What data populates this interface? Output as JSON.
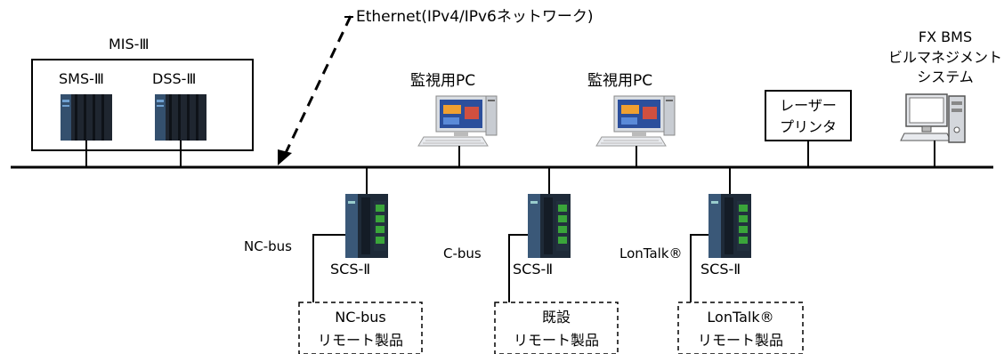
{
  "ethernet": {
    "label": "Ethernet(IPv4/IPv6ネットワーク)"
  },
  "mis": {
    "title": "MIS-Ⅲ",
    "sms_label": "SMS-Ⅲ",
    "dss_label": "DSS-Ⅲ"
  },
  "monitor_pc": {
    "label_1": "監視用PC",
    "label_2": "監視用PC"
  },
  "laser_printer": {
    "line1": "レーザー",
    "line2": "プリンタ"
  },
  "fx_bms": {
    "line1": "FX BMS",
    "line2": "ビルマネジメント",
    "line3": "システム"
  },
  "controllers": [
    {
      "label": "SCS-Ⅱ",
      "bus_label": "NC-bus",
      "remote_line1": "NC-bus",
      "remote_line2": "リモート製品"
    },
    {
      "label": "SCS-Ⅱ",
      "bus_label": "C-bus",
      "remote_line1": "既設",
      "remote_line2": "リモート製品"
    },
    {
      "label": "SCS-Ⅱ",
      "bus_label": "LonTalk®",
      "remote_line1": "LonTalk®",
      "remote_line2": "リモート製品"
    }
  ],
  "colors": {
    "line": "#000000",
    "device_body": "#1e2a38",
    "device_face": "#34506e",
    "terminal": "#3aa53a",
    "pc_screen": "#2b4f9c"
  }
}
